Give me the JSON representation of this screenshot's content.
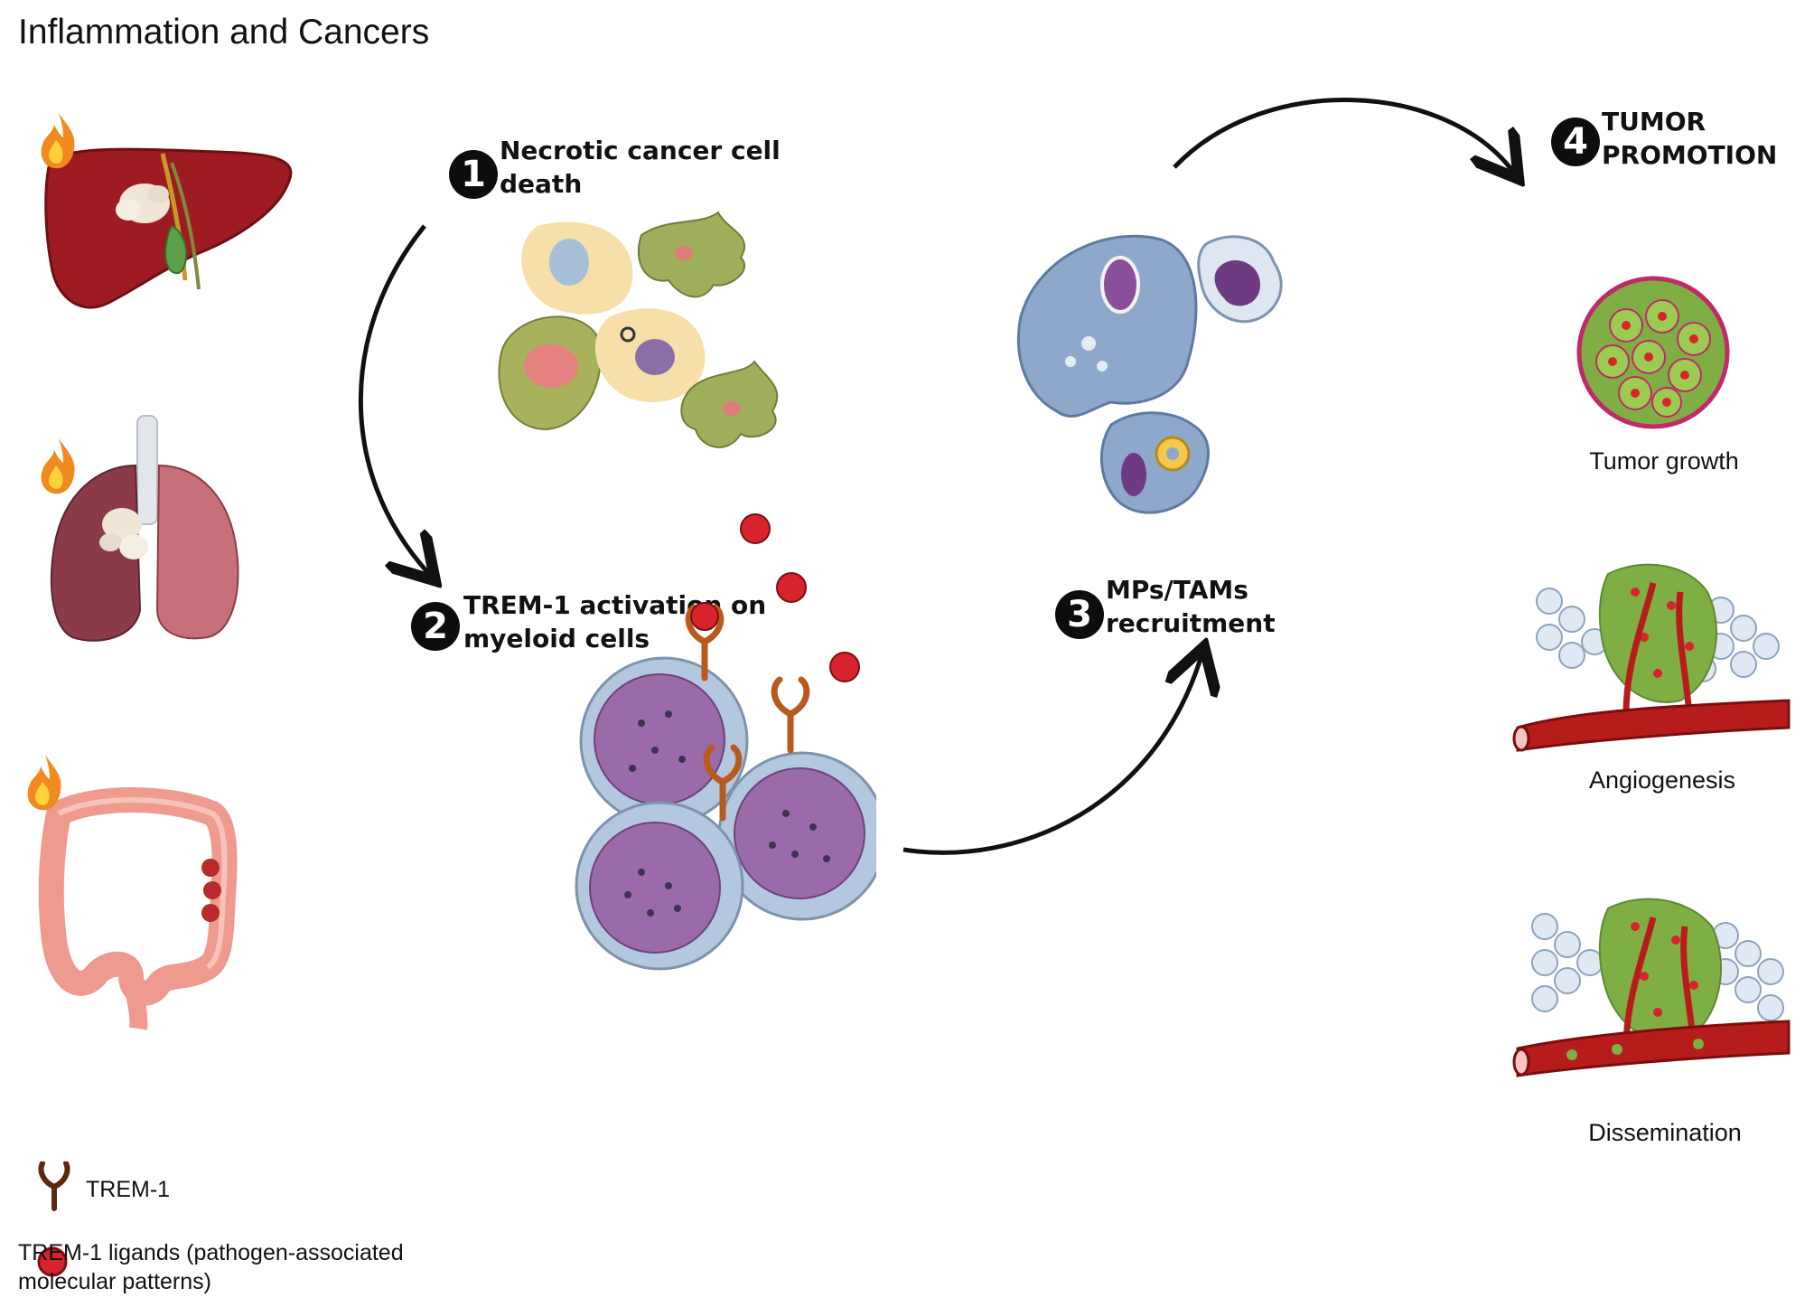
{
  "title": "Inflammation and Cancers",
  "steps": [
    {
      "number": "1",
      "label_line1": "Necrotic cancer cell",
      "label_line2": "death"
    },
    {
      "number": "2",
      "label_line1": "TREM-1 activation on",
      "label_line2": "myeloid cells"
    },
    {
      "number": "3",
      "label_line1": "MPs/TAMs",
      "label_line2": "recruitment"
    },
    {
      "number": "4",
      "label_line1": "TUMOR",
      "label_line2": "PROMOTION"
    }
  ],
  "outcomes": [
    "Tumor growth",
    "Angiogenesis",
    "Dissemination"
  ],
  "legend": {
    "receptor_label": "TREM-1",
    "ligand_label_line1": "TREM-1 ligands (pathogen-associated",
    "ligand_label_line2": "molecular patterns)"
  },
  "colors": {
    "organ_liver": "#9e1b22",
    "organ_lung": "#c7707a",
    "organ_colon": "#ef9a8e",
    "myeloid_cell": "#9b6aa8",
    "macrophage": "#8ea8cc",
    "ligand": "#d7242c",
    "receptor": "#b85a1e",
    "tumor_green": "#7fae45",
    "vessel": "#b71c1c"
  },
  "icons": [
    "flame-icon",
    "liver-icon",
    "lung-icon",
    "colon-icon",
    "necrotic-cells-icon",
    "myeloid-cells-icon",
    "macrophages-icon",
    "tumor-icon",
    "angiogenesis-icon",
    "dissemination-icon"
  ]
}
